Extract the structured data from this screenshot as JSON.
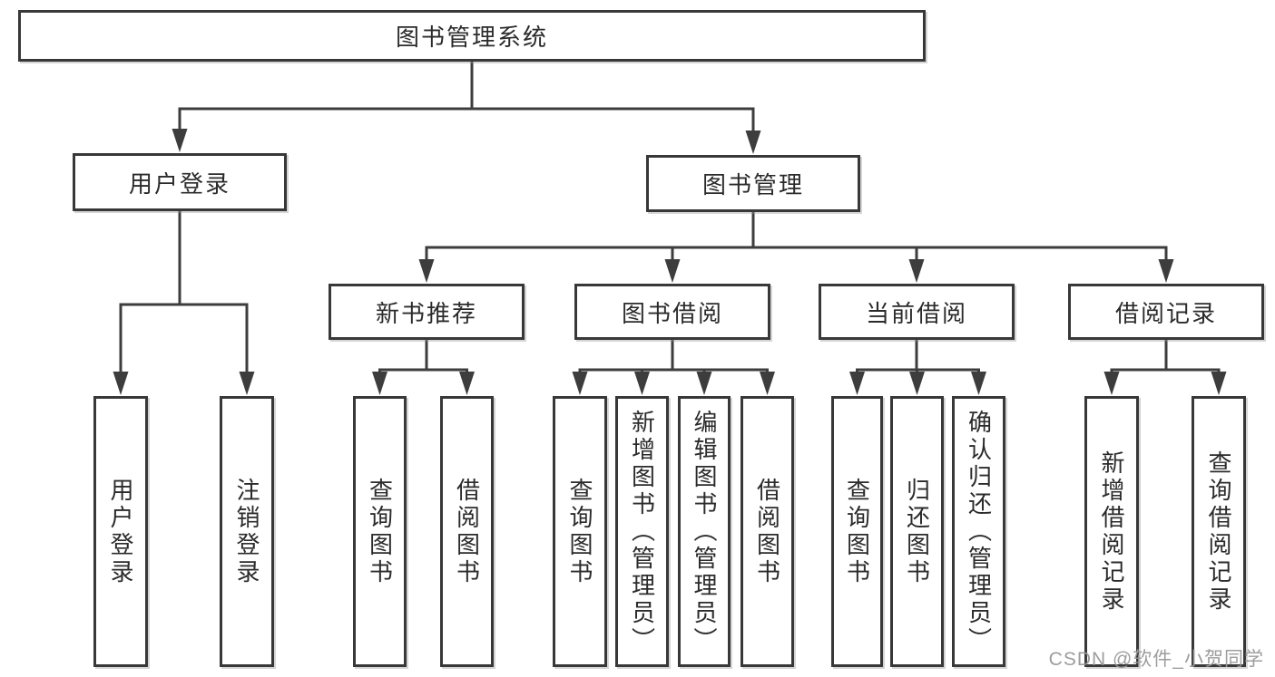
{
  "diagram_title": "图书管理系统",
  "nodes": {
    "root": {
      "label": "图书管理系统"
    },
    "user_login": {
      "label": "用户登录"
    },
    "book_management": {
      "label": "图书管理"
    },
    "new_book_recommend": {
      "label": "新书推荐"
    },
    "book_borrowing": {
      "label": "图书借阅"
    },
    "current_borrowing": {
      "label": "当前借阅"
    },
    "borrow_records": {
      "label": "借阅记录"
    },
    "leaf_user_login": {
      "label": "用户登录"
    },
    "leaf_logout": {
      "label": "注销登录"
    },
    "leaf_nb_query": {
      "label": "查询图书"
    },
    "leaf_nb_borrow": {
      "label": "借阅图书"
    },
    "leaf_bb_query": {
      "label": "查询图书"
    },
    "leaf_bb_add": {
      "label": "新增图书（管理员）"
    },
    "leaf_bb_edit": {
      "label": "编辑图书（管理员）"
    },
    "leaf_bb_borrow": {
      "label": "借阅图书"
    },
    "leaf_cb_query": {
      "label": "查询图书"
    },
    "leaf_cb_return": {
      "label": "归还图书"
    },
    "leaf_cb_confirm": {
      "label": "确认归还（管理员）"
    },
    "leaf_rec_add": {
      "label": "新增借阅记录"
    },
    "leaf_rec_query": {
      "label": "查询借阅记录"
    }
  },
  "structure": {
    "图书管理系统": {
      "用户登录": [
        "用户登录",
        "注销登录"
      ],
      "图书管理": {
        "新书推荐": [
          "查询图书",
          "借阅图书"
        ],
        "图书借阅": [
          "查询图书",
          "新增图书（管理员）",
          "编辑图书（管理员）",
          "借阅图书"
        ],
        "当前借阅": [
          "查询图书",
          "归还图书",
          "确认归还（管理员）"
        ],
        "借阅记录": [
          "新增借阅记录",
          "查询借阅记录"
        ]
      }
    }
  },
  "watermark": "CSDN @软件_小贺同学",
  "colors": {
    "background": "#ffffff",
    "line": "#3d3d3d",
    "box_border": "#383838",
    "text": "#2b2b2b",
    "watermark": "#989898"
  }
}
